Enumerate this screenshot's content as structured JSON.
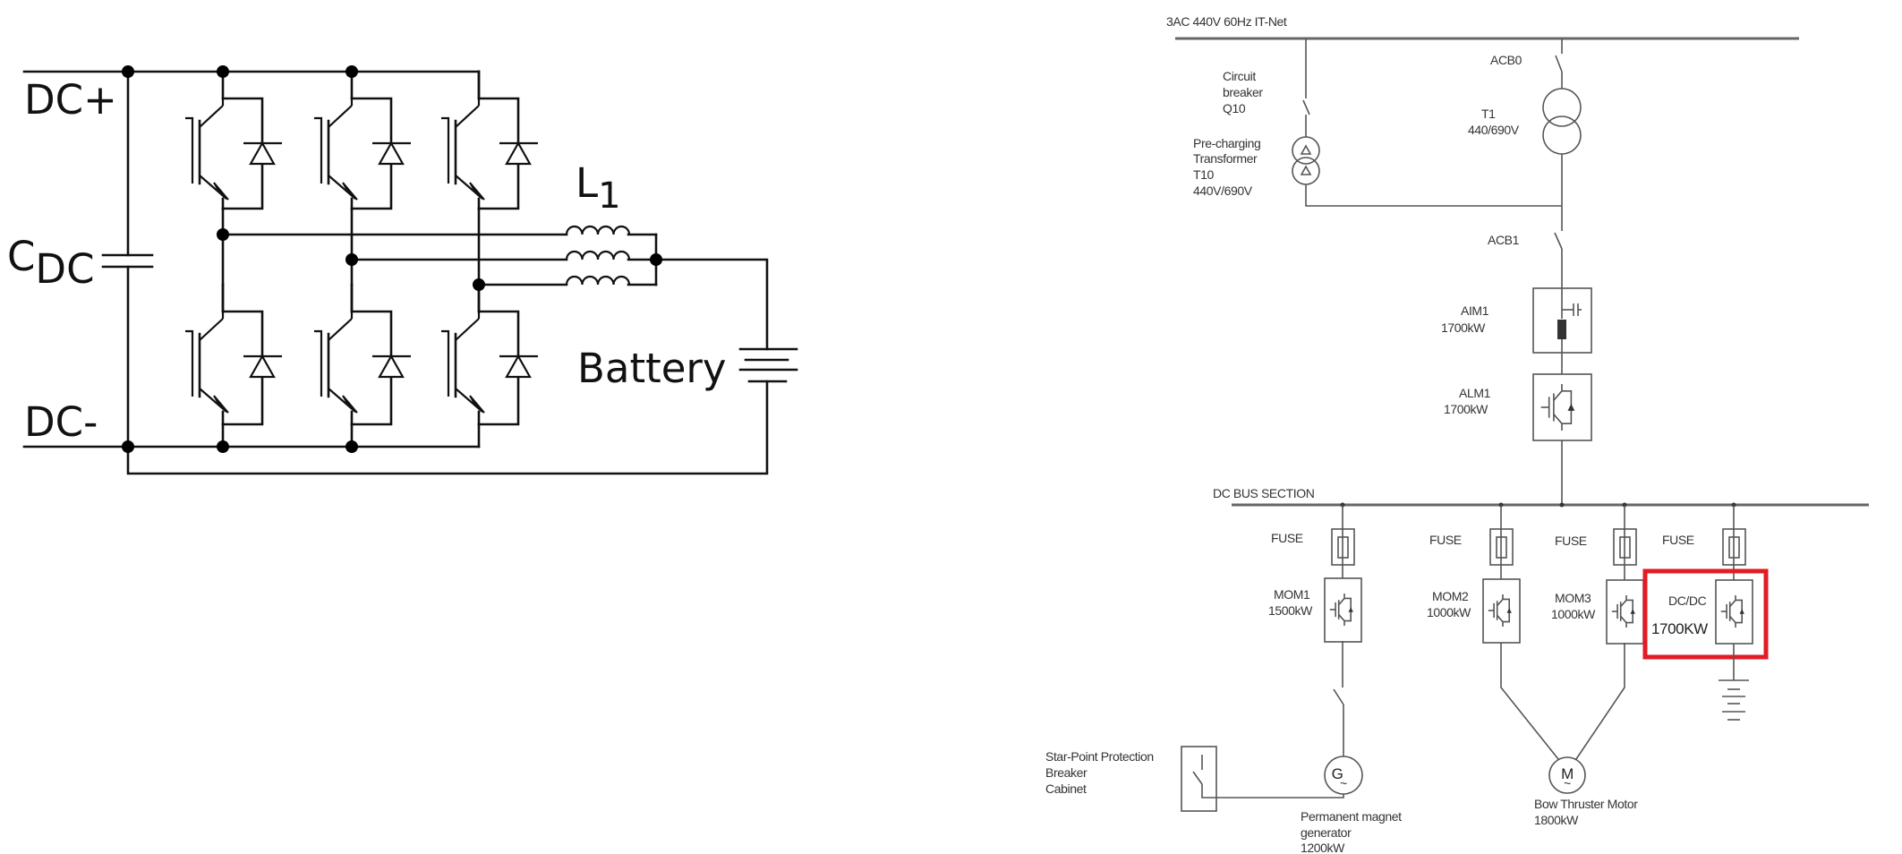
{
  "left_diagram": {
    "title": "Three-phase interleaved DC/DC converter with battery",
    "labels": {
      "dc_plus": "DC+",
      "dc_minus": "DC-",
      "cap_main": "C",
      "cap_sub": "DC",
      "inductor_main": "L",
      "inductor_sub": "1",
      "battery": "Battery"
    },
    "legs": 3,
    "switches_per_leg": 2
  },
  "right_diagram": {
    "ac_bus_label": "3AC 440V 60Hz  IT-Net",
    "precharge_breaker": [
      "Circuit",
      "breaker",
      "Q10"
    ],
    "precharge_transformer": [
      "Pre-charging",
      "Transformer",
      "T10",
      "440V/690V"
    ],
    "acb0": "ACB0",
    "t1": [
      "T1",
      "440/690V"
    ],
    "acb1": "ACB1",
    "aim1": [
      "AIM1",
      "1700kW"
    ],
    "alm1": [
      "ALM1",
      "1700kW"
    ],
    "dc_bus_label": "DC BUS  SECTION",
    "fuse_label": "FUSE",
    "branches": [
      {
        "name": "MOM1",
        "power": "1500kW"
      },
      {
        "name": "MOM2",
        "power": "1000kW"
      },
      {
        "name": "MOM3",
        "power": "1000kW"
      },
      {
        "name": "DC/DC",
        "power": "1700KW",
        "highlighted": true
      }
    ],
    "star_point": [
      "Star-Point Protection",
      "Breaker",
      "Cabinet"
    ],
    "generator": {
      "symbol": "G",
      "label": [
        "Permanent magnet",
        "generator",
        "1200kW"
      ]
    },
    "motor": {
      "symbol": "M",
      "label": [
        "Bow Thruster Motor",
        "1800kW"
      ]
    },
    "highlight_color": "#e31b23"
  }
}
